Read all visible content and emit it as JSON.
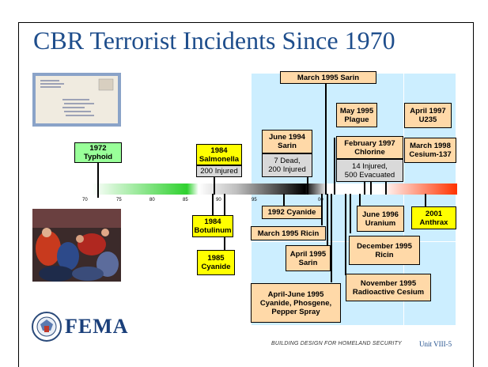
{
  "title": "CBR Terrorist Incidents Since 1970",
  "branding": {
    "logo_text": "FEMA"
  },
  "timeline": {
    "ticks": [
      "70",
      "75",
      "80",
      "85",
      "90",
      "95",
      "00"
    ]
  },
  "events": {
    "typhoid_1972": "1972\nTyphoid",
    "salmonella_1984": "1984\nSalmonella",
    "salmonella_1984_detail": "200 Injured",
    "botulinum_1984": "1984\nBotulinum",
    "cyanide_1985": "1985\nCyanide",
    "cyanide_1992": "1992 Cyanide",
    "sarin_june_1994": "June 1994\nSarin",
    "sarin_june_1994_detail": "7 Dead,\n200 Injured",
    "sarin_march_1995": "March 1995 Sarin",
    "ricin_march_1995": "March 1995 Ricin",
    "sarin_april_1995": "April 1995\nSarin",
    "april_june_1995": "April-June 1995\nCyanide, Phosgene,\nPepper Spray",
    "plague_may_1995": "May 1995\nPlague",
    "u235_april_1997": "April 1997\nU235",
    "chlorine_february_1997": "February 1997\nChlorine",
    "chlorine_february_1997_detail": "14 Injured,\n500 Evacuated",
    "cesium_march_1998": "March 1998\nCesium-137",
    "uranium_june_1996": "June 1996\nUranium",
    "anthrax_2001": "2001\nAnthrax",
    "ricin_december_1995": "December 1995\nRicin",
    "cesium_november_1995": "November 1995\nRadioactive Cesium"
  },
  "footer": {
    "course": "BUILDING DESIGN FOR HOMELAND SECURITY",
    "unit": "Unit VIII-5"
  }
}
